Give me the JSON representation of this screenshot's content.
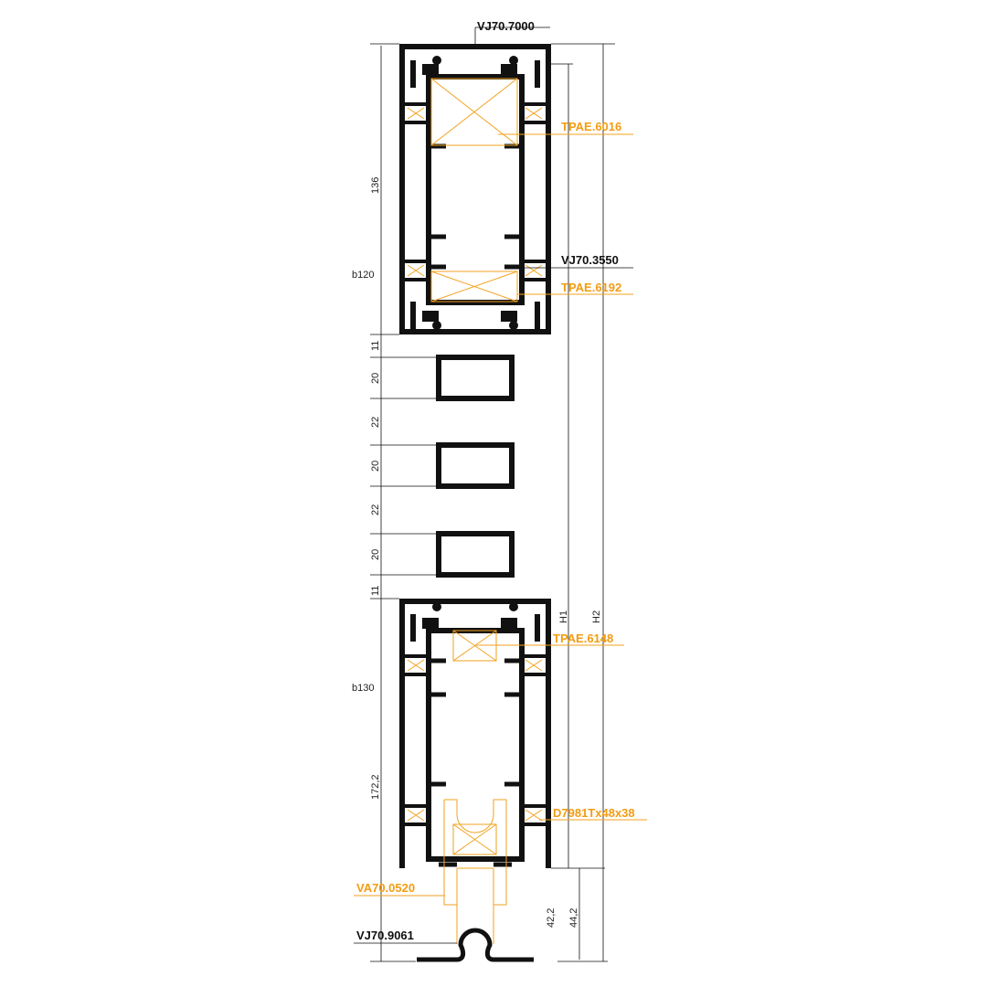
{
  "colors": {
    "profile": "#111111",
    "accessory": "#f39c12"
  },
  "labels": {
    "top_profile": "VJ70.7000",
    "glass_top": "TPAE.6016",
    "mid_profile": "VJ70.3550",
    "glass_mid": "TPAE.6192",
    "glass_bottom": "TPAE.6148",
    "gasket": "D7981Tx48x38",
    "accessory_bottom": "VA70.0520",
    "track": "VJ70.9061"
  },
  "dimensions": {
    "top_height": "136",
    "gap1": "11",
    "bar1": "20",
    "gap2": "22",
    "bar2": "20",
    "gap3": "22",
    "bar3": "20",
    "gap4": "11",
    "bottom_height": "172,2",
    "rail1": "42,2",
    "rail2": "44,2",
    "h1": "H1",
    "h2": "H2",
    "top_depth": "b120",
    "bottom_depth": "b130"
  }
}
